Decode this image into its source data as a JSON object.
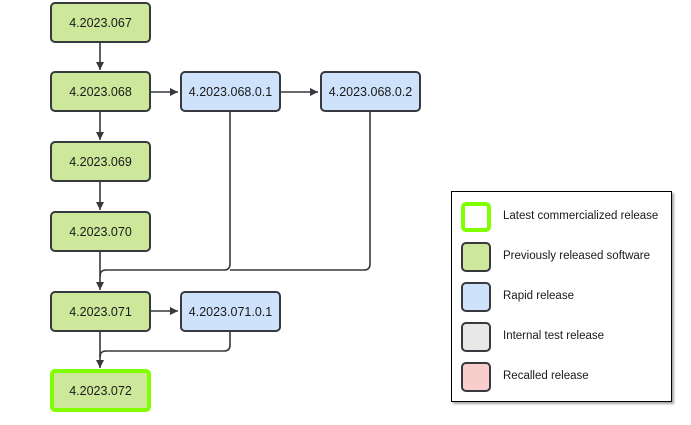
{
  "nodes": {
    "n067": "4.2023.067",
    "n068": "4.2023.068",
    "n068_0_1": "4.2023.068.0.1",
    "n068_0_2": "4.2023.068.0.2",
    "n069": "4.2023.069",
    "n070": "4.2023.070",
    "n071": "4.2023.071",
    "n071_0_1": "4.2023.071.0.1",
    "n072": "4.2023.072"
  },
  "legend": {
    "latest": "Latest commercialized release",
    "previous": "Previously released software",
    "rapid": "Rapid release",
    "internal": "Internal test release",
    "recalled": "Recalled release"
  },
  "colors": {
    "previous": "#cde89a",
    "rapid": "#cfe2fb",
    "latest_border": "#80ff00",
    "internal": "#e8e8e8",
    "recalled": "#f8cecc",
    "stroke": "#36393d"
  }
}
